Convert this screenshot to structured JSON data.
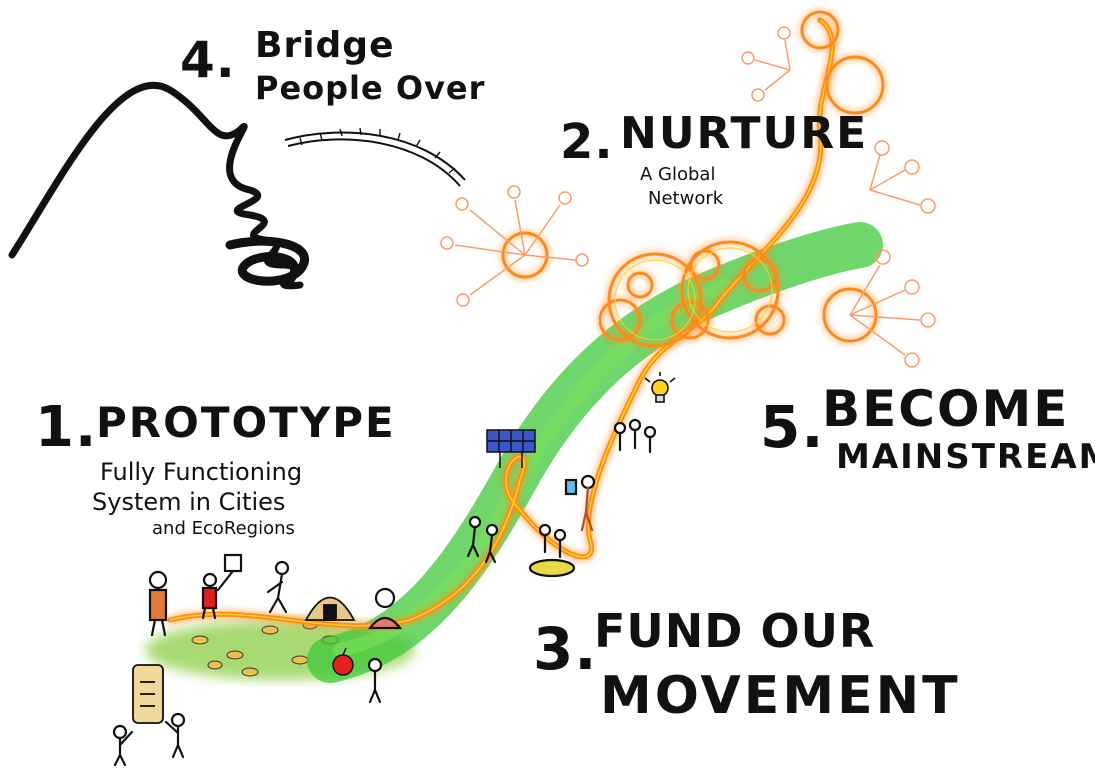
{
  "steps": [
    {
      "number": "1.",
      "title": "Prototype",
      "subtitle_lines": [
        "Fully Functioning",
        "System in Cities",
        "and EcoRegions"
      ]
    },
    {
      "number": "2.",
      "title": "Nurture",
      "subtitle_lines": [
        "A Global",
        "Network"
      ]
    },
    {
      "number": "3.",
      "title_lines": [
        "Fund our",
        "Movement"
      ]
    },
    {
      "number": "4.",
      "title_lines": [
        "Bridge",
        "People Over"
      ]
    },
    {
      "number": "5.",
      "title_lines": [
        "Become",
        "Mainstream"
      ]
    }
  ],
  "colors": {
    "ink": "#111111",
    "path_green": "#3fc83a",
    "glow_orange": "#ff8a1e",
    "glow_yellow": "#ffd21e",
    "halo": "#ffb08a",
    "field": "#7bc84a",
    "leaf": "#e8c24a"
  },
  "icons": [
    "bulb-icon",
    "apple-icon",
    "hut-icon",
    "scroll-icon",
    "solar-panel-icon",
    "network-cluster-icon"
  ]
}
